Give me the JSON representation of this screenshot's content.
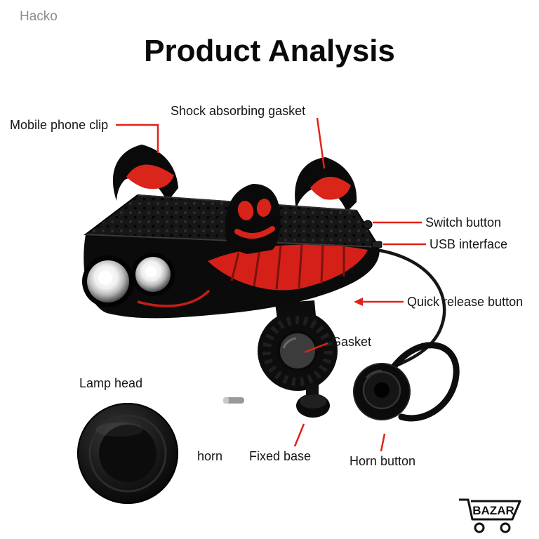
{
  "watermark": "Hacko",
  "title": "Product Analysis",
  "labels": {
    "mobile_phone_clip": "Mobile phone clip",
    "shock_absorbing_gasket": "Shock absorbing gasket",
    "switch_button": "Switch button",
    "usb_interface": "USB interface",
    "quick_release_button": "Quick release button",
    "gasket": "Gasket",
    "lamp_head": "Lamp head",
    "horn": "horn",
    "fixed_base": "Fixed base",
    "horn_button": "Horn button"
  },
  "logo": {
    "text": "BAZAR"
  },
  "colors": {
    "accent_red": "#e32119",
    "body_black": "#0d0d0d",
    "label_text": "#161616",
    "watermark_gray": "#8d8d8d"
  }
}
